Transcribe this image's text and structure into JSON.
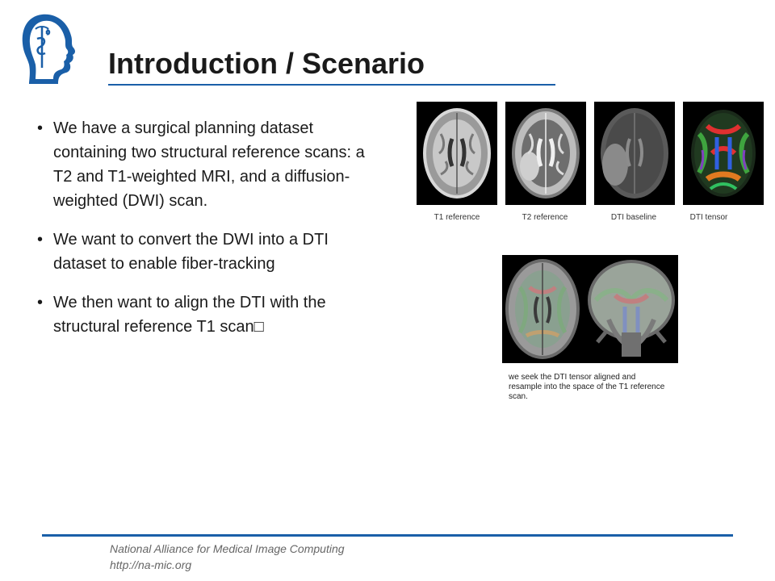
{
  "slide": {
    "title": "Introduction / Scenario",
    "bullets": [
      "We have a surgical planning dataset containing two structural reference scans: a T2 and T1-weighted MRI, and a diffusion-weighted (DWI) scan.",
      "We want to convert the DWI into a DTI dataset to enable fiber-tracking",
      "We then want to align the DTI with the structural reference T1 scan□"
    ]
  },
  "images": {
    "labels": [
      "T1 reference",
      "T2 reference",
      "DTI baseline",
      "DTI tensor"
    ],
    "caption": "we seek the DTI tensor aligned and resample into the space of the T1 reference scan."
  },
  "footer": {
    "org": "National Alliance for Medical Image Computing",
    "url": "http://na-mic.org"
  },
  "colors": {
    "accent": "#1a5fa8",
    "text": "#1a1a1a"
  },
  "icons": {
    "logo": "slicer-head-logo-icon"
  }
}
